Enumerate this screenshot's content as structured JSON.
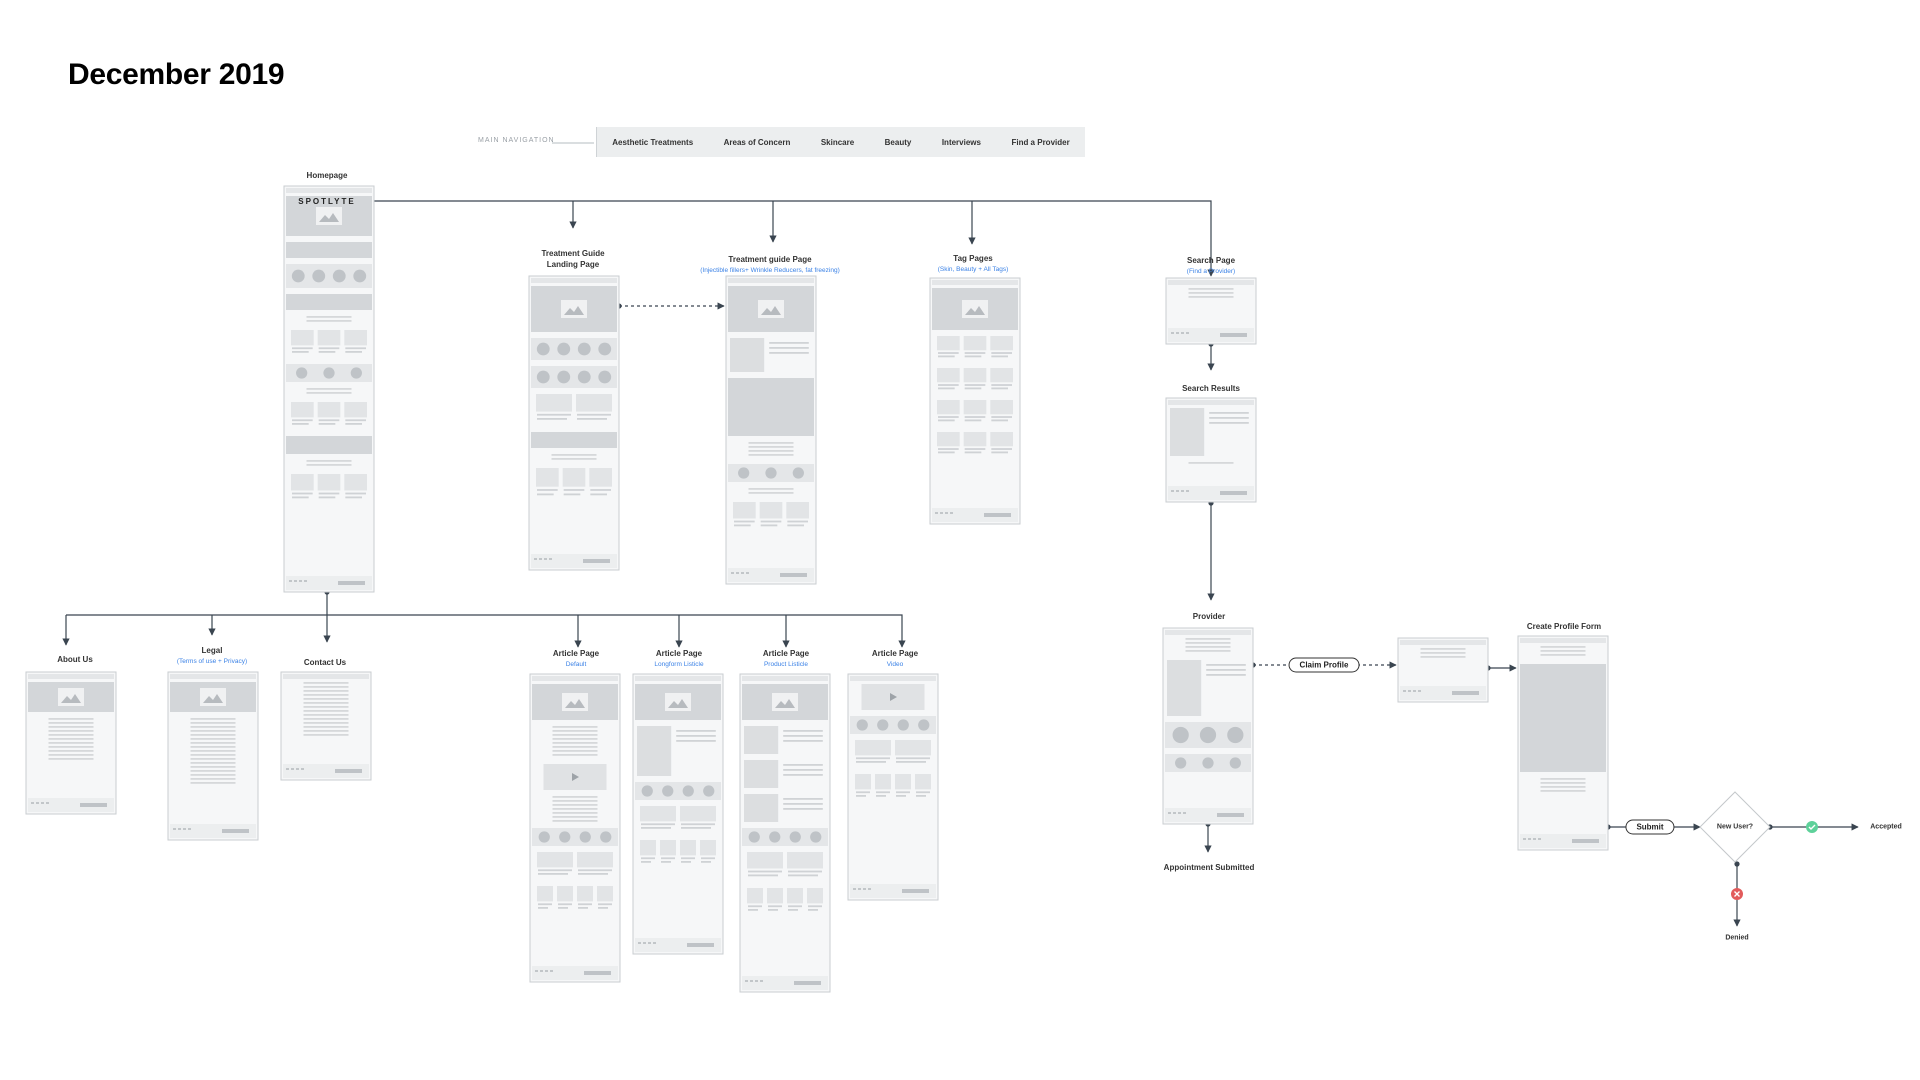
{
  "title": "December 2019",
  "navigation": {
    "label": "MAIN NAVIGATION",
    "items": [
      "Aesthetic Treatments",
      "Areas of Concern",
      "Skincare",
      "Beauty",
      "Interviews",
      "Find a Provider"
    ]
  },
  "nodes": {
    "homepage": {
      "label": "Homepage",
      "logo": "SPOTLYTE"
    },
    "treatment_guide_landing": {
      "label": "Treatment Guide\nLanding Page"
    },
    "treatment_guide_page": {
      "label": "Treatment guide Page",
      "sub": "(Injectible fillers+ Wrinkle Reducers, fat freezing)"
    },
    "tag_pages": {
      "label": "Tag Pages",
      "sub": "(Skin, Beauty + All Tags)"
    },
    "search_page": {
      "label": "Search Page",
      "sub": "(Find a Provider)"
    },
    "search_results": {
      "label": "Search Results"
    },
    "about_us": {
      "label": "About Us"
    },
    "legal": {
      "label": "Legal",
      "sub": "(Terms of use +  Privacy)"
    },
    "contact_us": {
      "label": "Contact Us"
    },
    "article_default": {
      "label": "Article Page",
      "sub": "Default"
    },
    "article_longform": {
      "label": "Article Page",
      "sub": "Longform Listicle"
    },
    "article_product": {
      "label": "Article Page",
      "sub": "Product Listicle"
    },
    "article_video": {
      "label": "Article Page",
      "sub": "Video"
    },
    "provider": {
      "label": "Provider"
    },
    "appointment_submitted": {
      "label": "Appointment Submitted"
    },
    "claim_profile": {
      "label": "Claim Profile"
    },
    "create_profile_form": {
      "label": "Create Profile Form"
    },
    "submit": {
      "label": "Submit"
    },
    "new_user": {
      "label": "New User?"
    },
    "accepted": {
      "label": "Accepted"
    },
    "denied": {
      "label": "Denied"
    }
  },
  "colors": {
    "line": "#3a4550",
    "accept": "#5ed19a",
    "deny": "#e25b5b",
    "link": "#3b82e6",
    "frame": "#c9cdd0",
    "fill": "#d3d6d9"
  }
}
